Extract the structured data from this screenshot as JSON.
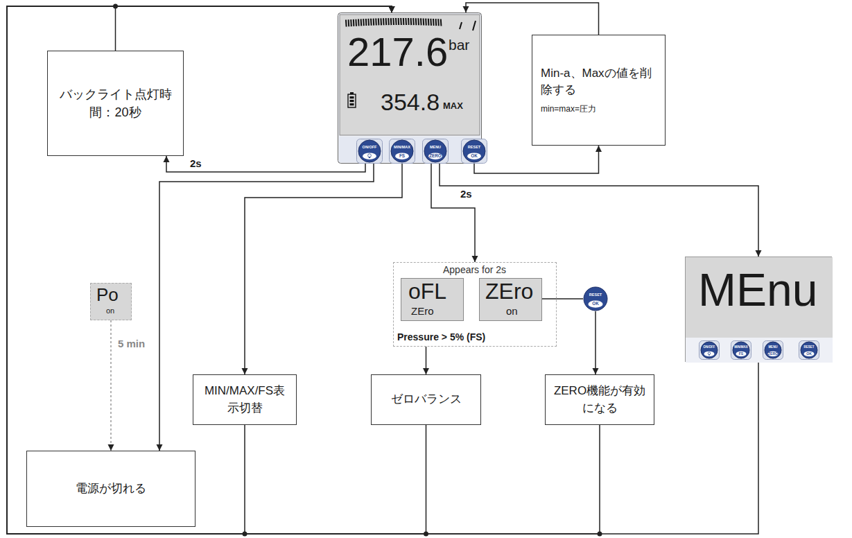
{
  "diagram": {
    "nodes": [
      {
        "text": [
          "217.6",
          "bar",
          "354.8",
          "MAX"
        ]
      },
      {
        "text": [
          "ON/OFF"
        ],
        "in": 0
      },
      {
        "text": [
          "MIN/MAX",
          "FS"
        ],
        "in": 0
      },
      {
        "text": [
          "MENU",
          "ZERO"
        ],
        "in": 0
      },
      {
        "text": [
          "RESET",
          "OK"
        ],
        "in": 0
      },
      {
        "text": [
          "バックライト点灯時間：20秒"
        ]
      },
      {
        "text": [
          "Min-a、Maxの値を削除する",
          "min=max=圧力"
        ]
      },
      {
        "text": [
          "Po",
          "on"
        ]
      },
      {
        "text": [
          "Appears for 2s",
          "Pressure > 5% (FS)"
        ]
      },
      {
        "text": [
          "oFL",
          "ZEro"
        ],
        "in": 8
      },
      {
        "text": [
          "ZEro",
          "on"
        ],
        "in": 8
      },
      {
        "text": [
          "RESET",
          "OK"
        ]
      },
      {
        "text": [
          "MEnu"
        ]
      },
      {
        "text": [
          "ON/OFF"
        ],
        "in": 12
      },
      {
        "text": [
          "MIN/MAX",
          "FS"
        ],
        "in": 12
      },
      {
        "text": [
          "MENU",
          "ZERO"
        ],
        "in": 12
      },
      {
        "text": [
          "RESET",
          "OK"
        ],
        "in": 12
      },
      {
        "text": [
          "電源が切れる"
        ]
      },
      {
        "text": [
          "MIN/MAX/FS表示切替"
        ]
      },
      {
        "text": [
          "ゼロバランス"
        ]
      },
      {
        "text": [
          "ZERO機能が有効になる"
        ]
      }
    ],
    "edges": [
      {
        "from": 1,
        "to": 5,
        "arrow": "to",
        "label": "2s"
      },
      {
        "from": 5,
        "to": 0,
        "arrow": "to"
      },
      {
        "from": 4,
        "to": 6,
        "arrow": "to"
      },
      {
        "from": 6,
        "to": 0,
        "arrow": "to"
      },
      {
        "from": 1,
        "to": 17,
        "arrow": "to"
      },
      {
        "from": 7,
        "to": 17,
        "arrow": "to",
        "label": "5 min"
      },
      {
        "from": 2,
        "to": 18,
        "arrow": "to"
      },
      {
        "from": 3,
        "to": 8,
        "arrow": "to"
      },
      {
        "from": 3,
        "to": 12,
        "arrow": "to",
        "label": "2s"
      },
      {
        "from": 8,
        "to": 19,
        "arrow": "to"
      },
      {
        "from": 10,
        "to": 11,
        "arrow": "none"
      },
      {
        "from": 11,
        "to": 20,
        "arrow": "to"
      },
      {
        "from": 18,
        "to": 0,
        "arrow": "to"
      },
      {
        "from": 19,
        "to": 0,
        "arrow": "to"
      },
      {
        "from": 20,
        "to": 0,
        "arrow": "to"
      },
      {
        "from": 12,
        "to": 0,
        "arrow": "to"
      }
    ]
  }
}
